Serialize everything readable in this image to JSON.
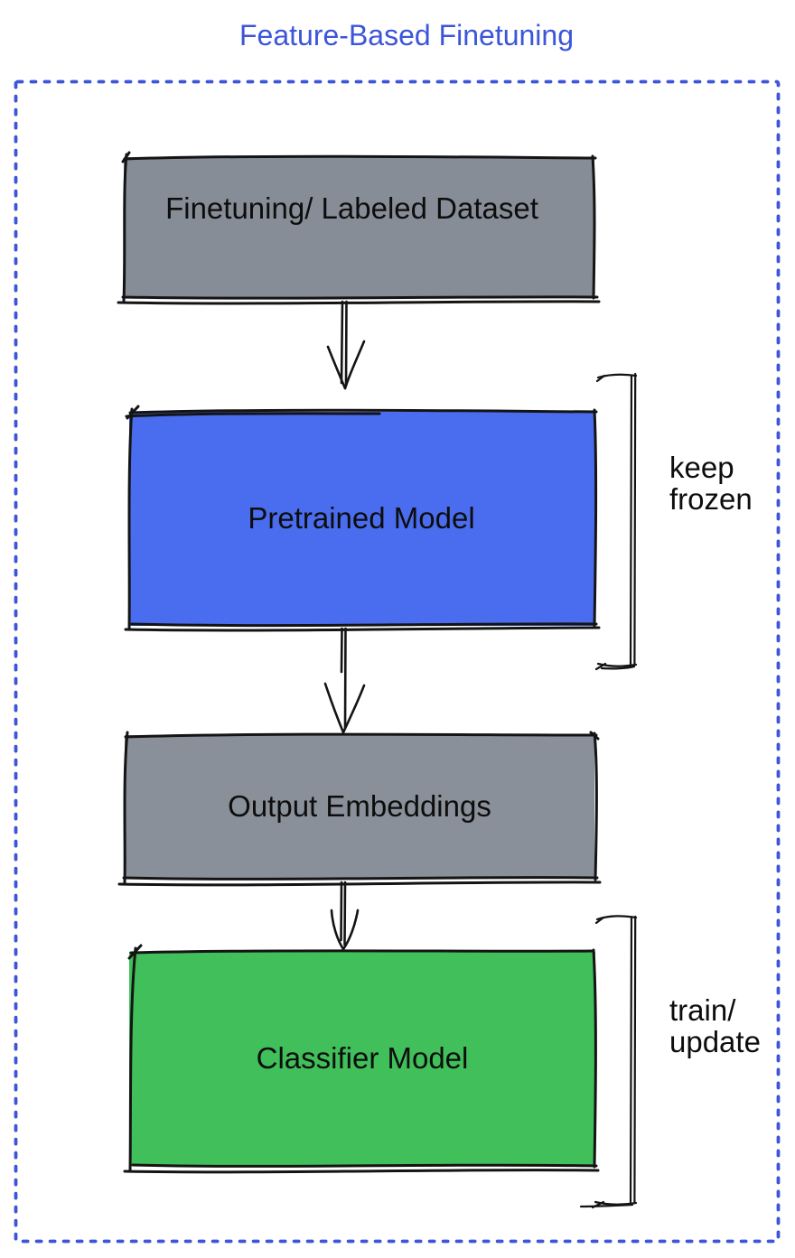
{
  "title": {
    "text": "Feature-Based Finetuning",
    "color": "#3c55d9"
  },
  "border": {
    "color": "#3d55d6",
    "style": "dotted"
  },
  "ink": "#141414",
  "text_color": "#0d0d0d",
  "boxes": [
    {
      "id": "finetuning-dataset",
      "label": "Finetuning/ Labeled Dataset",
      "fill": "#868d96"
    },
    {
      "id": "pretrained-model",
      "label": "Pretrained Model",
      "fill": "#4a6def"
    },
    {
      "id": "output-embeddings",
      "label": "Output Embeddings",
      "fill": "#8a9099"
    },
    {
      "id": "classifier-model",
      "label": "Classifier Model",
      "fill": "#40bf5a"
    }
  ],
  "annotations": [
    {
      "text": "keep\nfrozen"
    },
    {
      "text": "train/\nupdate"
    }
  ],
  "flow": [
    "Finetuning/ Labeled Dataset",
    "Pretrained Model",
    "Output Embeddings",
    "Classifier Model"
  ]
}
